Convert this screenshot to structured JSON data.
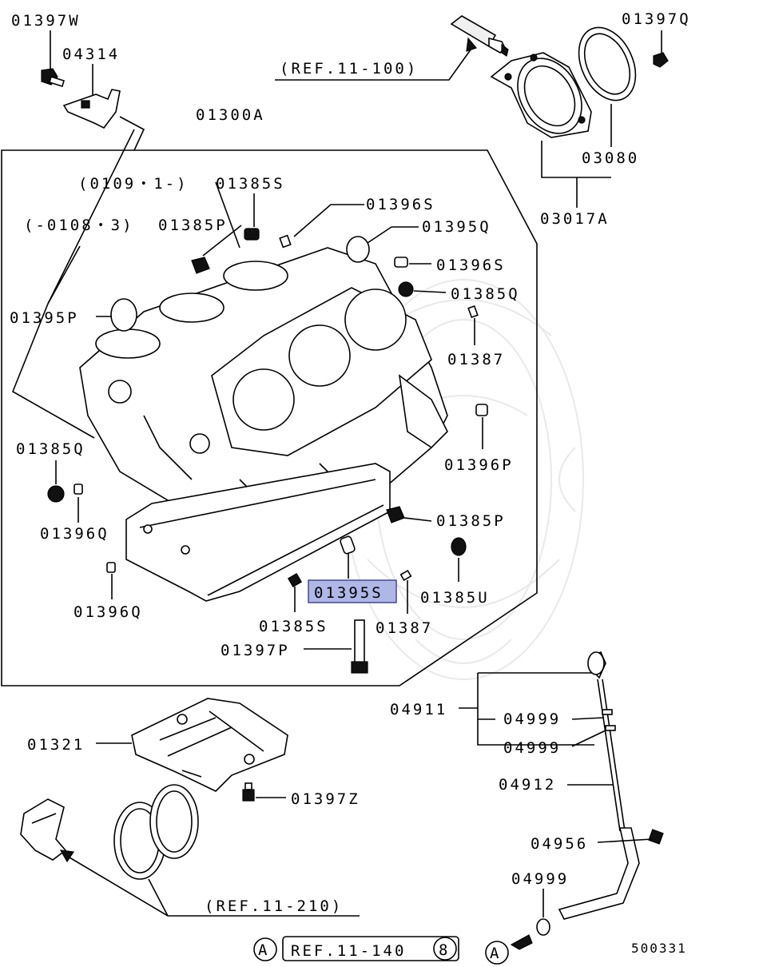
{
  "labels": {
    "p01397W": "01397W",
    "p04314": "04314",
    "ref_11_100": "(REF.11-100)",
    "p01397Q": "01397Q",
    "p01300A": "01300A",
    "p03080": "03080",
    "p03017A": "03017A",
    "range_0109": "(0109・1-)",
    "p01385S_top": "01385S",
    "p01396S_top": "01396S",
    "range_0108": "(-0108・3)",
    "p01385P_top": "01385P",
    "p01395Q": "01395Q",
    "p01396S_right": "01396S",
    "p01385Q_right": "01385Q",
    "p01395P": "01395P",
    "p01387_right": "01387",
    "p01396P": "01396P",
    "p01385Q_left": "01385Q",
    "p01385P_right": "01385P",
    "p01396Q_left": "01396Q",
    "p01395S": "01395S",
    "p01385U": "01385U",
    "p01396Q_bottom": "01396Q",
    "p01385S_bottom": "01385S",
    "p01387_bottom": "01387",
    "p01397P": "01397P",
    "p04911": "04911",
    "p04999_a": "04999",
    "p04999_b": "04999",
    "p01321": "01321",
    "p04912": "04912",
    "p01397Z": "01397Z",
    "p04956": "04956",
    "p04999_c": "04999",
    "ref_11_210": "(REF.11-210)",
    "circle_a_left": "A",
    "ref_11_140": "REF.11-140",
    "circle_8": "8",
    "circle_a_right": "A",
    "diagram_id": "500331"
  },
  "highlight": {
    "part": "01395S",
    "color": "#aeb7e6"
  }
}
